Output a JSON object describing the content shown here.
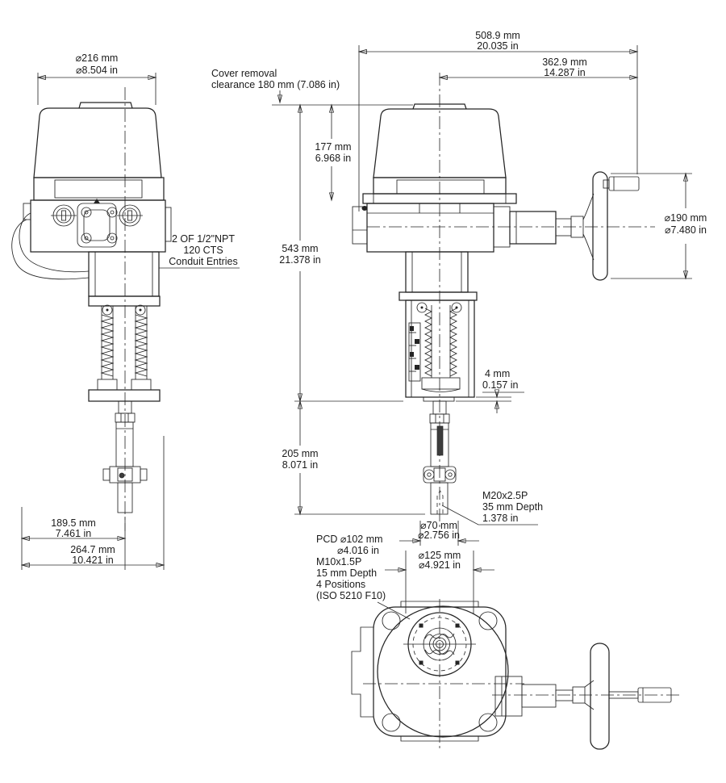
{
  "colors": {
    "ink": "#242424",
    "background": "#ffffff"
  },
  "side_view": {
    "cover_dia": {
      "mm": "⌀216 mm",
      "in": "⌀8.504 in"
    },
    "conduit_note": {
      "line1": "2 OF 1/2\"NPT",
      "line2": "120 CTS",
      "line3": "Conduit Entries"
    },
    "base_width": {
      "mm": "189.5 mm",
      "in": "7.461 in"
    },
    "overall_depth": {
      "mm": "264.7 mm",
      "in": "10.421 in"
    }
  },
  "front_view": {
    "overall_width": {
      "mm": "508.9 mm",
      "in": "20.035 in"
    },
    "handwheel_reach": {
      "mm": "362.9 mm",
      "in": "14.287 in"
    },
    "cover_removal": {
      "line1": "Cover removal",
      "line2": "clearance 180 mm (7.086 in)"
    },
    "cover_height": {
      "mm": "177 mm",
      "in": "6.968 in"
    },
    "overall_height": {
      "mm": "543 mm",
      "in": "21.378 in"
    },
    "handwheel_dia": {
      "mm": "⌀190 mm",
      "in": "⌀7.480 in"
    },
    "gap": {
      "mm": "4 mm",
      "in": "0.157 in"
    },
    "stroke": {
      "mm": "205 mm",
      "in": "8.071 in"
    },
    "stem_thread": {
      "line1": "M20x2.5P",
      "line2": "35 mm Depth",
      "line3": "1.378 in"
    },
    "stem_dia": {
      "mm": "⌀70 mm",
      "in": "⌀2.756 in"
    },
    "coupling_dia": {
      "mm": "⌀125 mm",
      "in": "⌀4.921 in"
    }
  },
  "plan_view": {
    "mounting_note": {
      "line1": "PCD ⌀102 mm",
      "line2": "⌀4.016 in",
      "line3": "M10x1.5P",
      "line4": "15 mm Depth",
      "line5": "4 Positions",
      "line6": "(ISO 5210 F10)"
    }
  }
}
